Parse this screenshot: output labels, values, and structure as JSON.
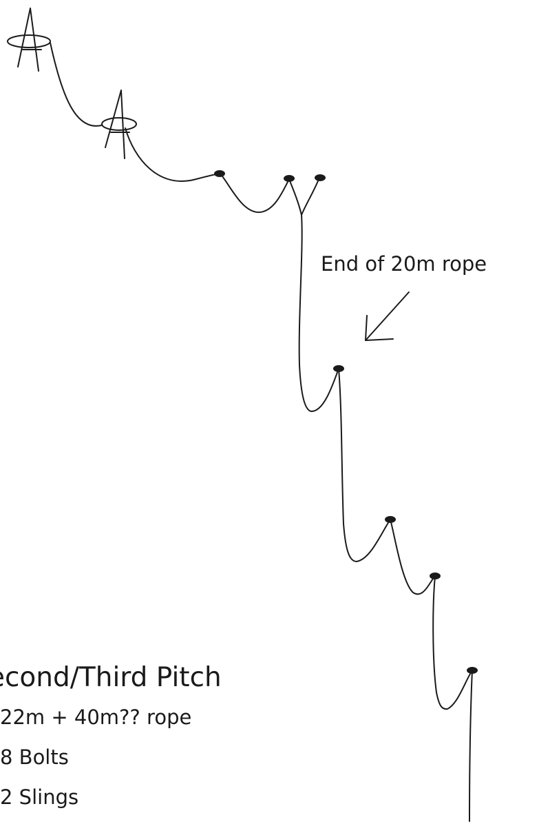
{
  "diagram": {
    "annotation": "End of 20m rope",
    "title": "econd/Third Pitch",
    "details": [
      "22m + 40m?? rope",
      "8 Bolts",
      "2 Slings"
    ]
  },
  "colors": {
    "ink": "#1a1a1a",
    "background": "#ffffff"
  },
  "icons": [
    "anchor-icon",
    "bolt-icon",
    "arrow-icon"
  ]
}
